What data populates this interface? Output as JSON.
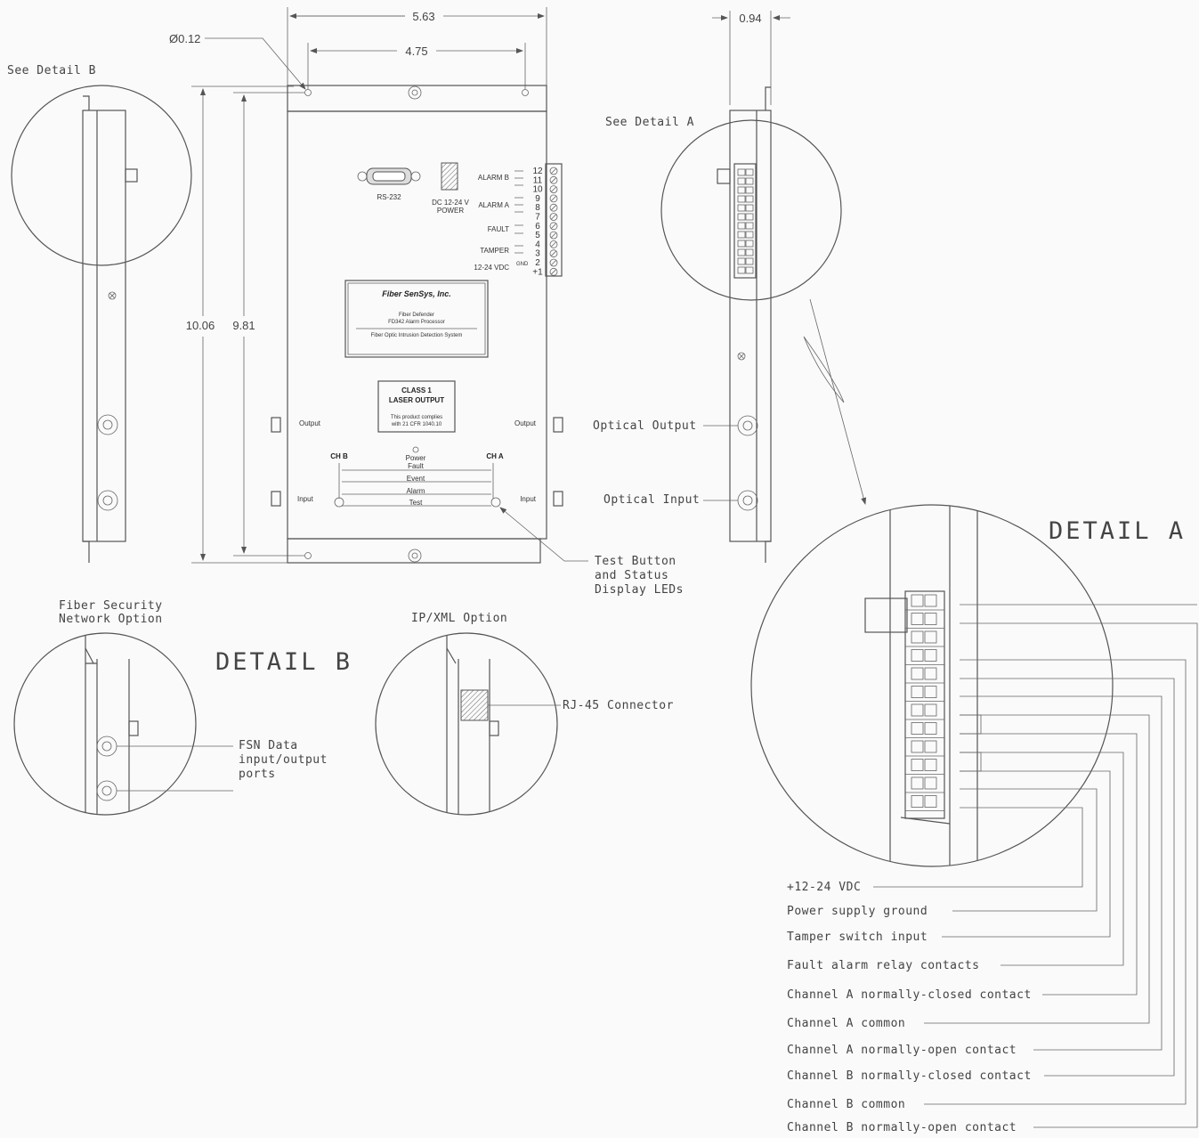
{
  "dimensions": {
    "width_total": "5.63",
    "width_holes": "4.75",
    "hole_dia": "Ø0.12",
    "height_total": "10.06",
    "height_holes": "9.81",
    "depth": "0.94"
  },
  "callouts": {
    "see_detail_b": "See Detail B",
    "see_detail_a": "See Detail A",
    "optical_output": "Optical Output",
    "optical_input": "Optical Input",
    "test_button": [
      "Test Button",
      "and Status",
      "Display LEDs"
    ],
    "fsn_option": [
      "Fiber Security",
      "Network Option"
    ],
    "ipxml_option": "IP/XML Option",
    "rj45": "RJ-45 Connector",
    "fsn_ports": [
      "FSN Data",
      "input/output",
      "ports"
    ]
  },
  "details": {
    "detail_a": "DETAIL A",
    "detail_b": "DETAIL B"
  },
  "panel": {
    "rs232": "RS-232",
    "power": [
      "DC 12-24 V",
      "POWER"
    ],
    "alarm_b": "ALARM B",
    "alarm_a": "ALARM A",
    "fault": "FAULT",
    "tamper": "TAMPER",
    "vdc": "12-24 VDC",
    "gnd": "GND",
    "terminals": [
      "12",
      "11",
      "10",
      "9",
      "8",
      "7",
      "6",
      "5",
      "4",
      "3",
      "2",
      "+1"
    ],
    "label_company": "Fiber SenSys, Inc.",
    "label_line1": "Fiber Defender",
    "label_line2": "FD342 Alarm Processor",
    "label_line3": "Fiber Optic Intrusion Detection System",
    "laser_line1": "CLASS 1",
    "laser_line2": "LASER OUTPUT",
    "laser_line3": "This product complies",
    "laser_line4": "with 21 CFR 1040.10",
    "ch_b": "CH B",
    "ch_a": "CH A",
    "power_led": "Power",
    "leds": [
      "Fault",
      "Event",
      "Alarm",
      "Test"
    ],
    "output": "Output",
    "input": "Input"
  },
  "terminal_legend": [
    "+12-24 VDC",
    "Power supply ground",
    "Tamper switch input",
    "Fault alarm relay contacts",
    "Channel A normally-closed contact",
    "Channel A common",
    "Channel A normally-open contact",
    "Channel B normally-closed contact",
    "Channel B common",
    "Channel B normally-open contact"
  ]
}
